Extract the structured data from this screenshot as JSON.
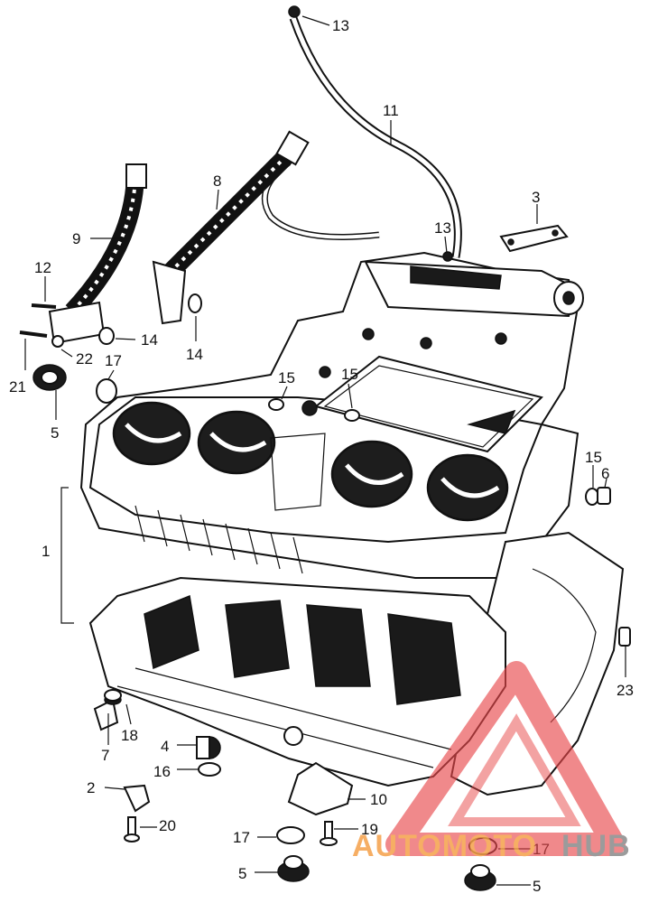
{
  "diagram": {
    "watermark": {
      "brand_prefix": "AUTOMOTO",
      "brand_suffix": "HUB",
      "colors": {
        "prefix": "#f5a04a",
        "suffix": "#8a8a8a",
        "logo": "#e8474a"
      }
    },
    "labels": {
      "p1": "1",
      "p2": "2",
      "p3": "3",
      "p4": "4",
      "p5a": "5",
      "p5b": "5",
      "p5c": "5",
      "p6": "6",
      "p7": "7",
      "p8": "8",
      "p9": "9",
      "p10": "10",
      "p11": "11",
      "p12": "12",
      "p13a": "13",
      "p13b": "13",
      "p14a": "14",
      "p14b": "14",
      "p15a": "15",
      "p15b": "15",
      "p15c": "15",
      "p16": "16",
      "p17a": "17",
      "p17b": "17",
      "p17c": "17",
      "p18": "18",
      "p19": "19",
      "p20": "20",
      "p21": "21",
      "p22": "22",
      "p23": "23"
    }
  }
}
